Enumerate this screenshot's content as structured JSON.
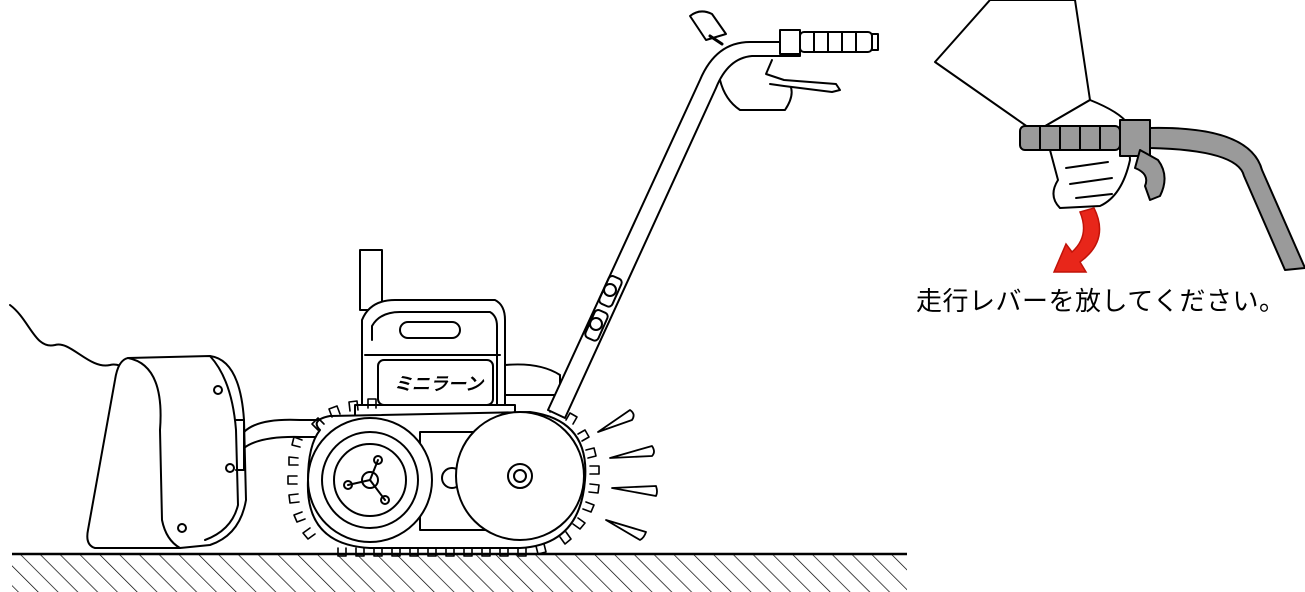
{
  "caption": {
    "text": "走行レバーを放してください。"
  },
  "colors": {
    "line": "#000000",
    "background": "#ffffff",
    "pipe_gray": "#9a9a9a",
    "arrow_red": "#e8261a",
    "arrow_red_dark": "#c01208"
  },
  "icons": {
    "machine": "walk-behind-tiller-illustration",
    "inset": "hand-releasing-travel-lever-illustration",
    "arrow": "release-direction-arrow-icon"
  },
  "machine_logo": {
    "text": "ミニラーン"
  }
}
